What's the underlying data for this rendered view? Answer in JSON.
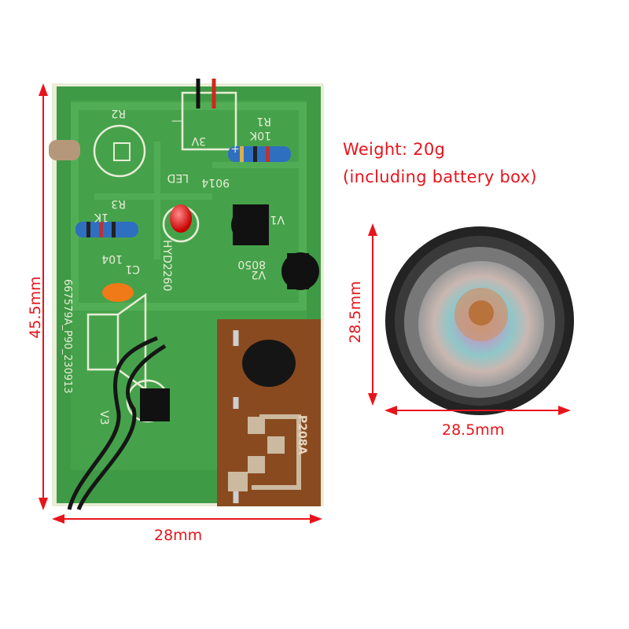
{
  "annotations": {
    "board_height": "45.5mm",
    "board_width": "28mm",
    "speaker_height": "28.5mm",
    "speaker_width": "28.5mm",
    "weight_line1": "Weight: 20g",
    "weight_line2": "(including battery box)"
  },
  "pcb_silkscreen": {
    "r1": "R1",
    "r1_value": "10K",
    "r2": "R2",
    "r3": "R3",
    "r3_value": "1K",
    "led": "LED",
    "voltage": "3V",
    "minus": "—",
    "plus": "+",
    "q1_part": "9014",
    "q1": "V1",
    "q2": "V2",
    "q2_part": "8050",
    "c1": "C1",
    "c1_value": "104",
    "chip": "HYD2260",
    "board_code": "667579A_P90_230913",
    "cob_mark": "P208A",
    "q3": "V3"
  },
  "colors": {
    "annotation": "#e8141b",
    "pcb": "#3f9a46",
    "pcb_edge": "#e9edd6",
    "cob_board": "#8a4a1f",
    "speaker_rim": "#2a2a2a"
  }
}
